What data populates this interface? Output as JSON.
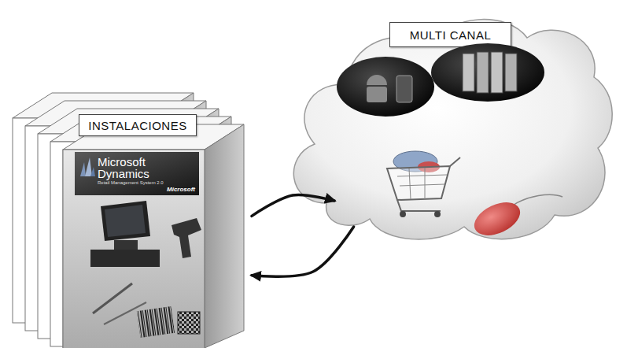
{
  "diagram": {
    "nodes": [
      {
        "text": [
          "INSTALACIONES"
        ]
      },
      {
        "text": [
          "MULTI CANAL"
        ]
      }
    ],
    "edges": [
      {
        "from": 0,
        "to": 1,
        "arrow": "to"
      },
      {
        "from": 1,
        "to": 0,
        "arrow": "to"
      }
    ],
    "labels": [
      "Microsoft Dynamics",
      "Retail Management System 2.0",
      "Microsoft"
    ]
  }
}
